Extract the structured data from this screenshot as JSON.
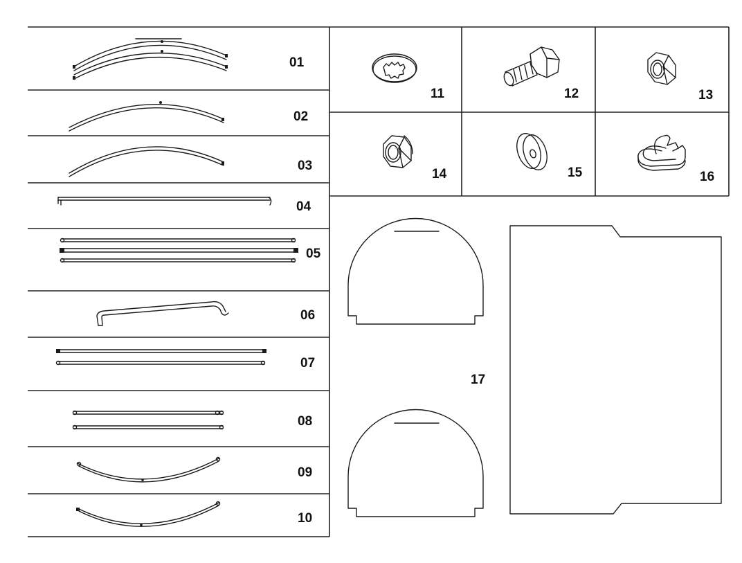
{
  "parts": [
    {
      "id": "rails-01",
      "label": "01"
    },
    {
      "id": "rail-02",
      "label": "02"
    },
    {
      "id": "rail-03",
      "label": "03"
    },
    {
      "id": "bar-04",
      "label": "04"
    },
    {
      "id": "bars-05",
      "label": "05"
    },
    {
      "id": "handle-06",
      "label": "06"
    },
    {
      "id": "bars-07",
      "label": "07"
    },
    {
      "id": "bars-08",
      "label": "08"
    },
    {
      "id": "arc-09",
      "label": "09"
    },
    {
      "id": "arc-10",
      "label": "10"
    },
    {
      "id": "lock-washer-11",
      "label": "11",
      "icon": "lock-washer-icon"
    },
    {
      "id": "bolt-12",
      "label": "12",
      "icon": "bolt-icon"
    },
    {
      "id": "hex-nut-13",
      "label": "13",
      "icon": "hex-nut-icon"
    },
    {
      "id": "nylon-nut-14",
      "label": "14",
      "icon": "nylon-nut-icon"
    },
    {
      "id": "flat-washer-15",
      "label": "15",
      "icon": "flat-washer-icon"
    },
    {
      "id": "clip-16",
      "label": "16",
      "icon": "clip-icon"
    },
    {
      "id": "covers-17",
      "label": "17"
    }
  ],
  "colors": {
    "line": "#222222",
    "background": "#ffffff"
  }
}
